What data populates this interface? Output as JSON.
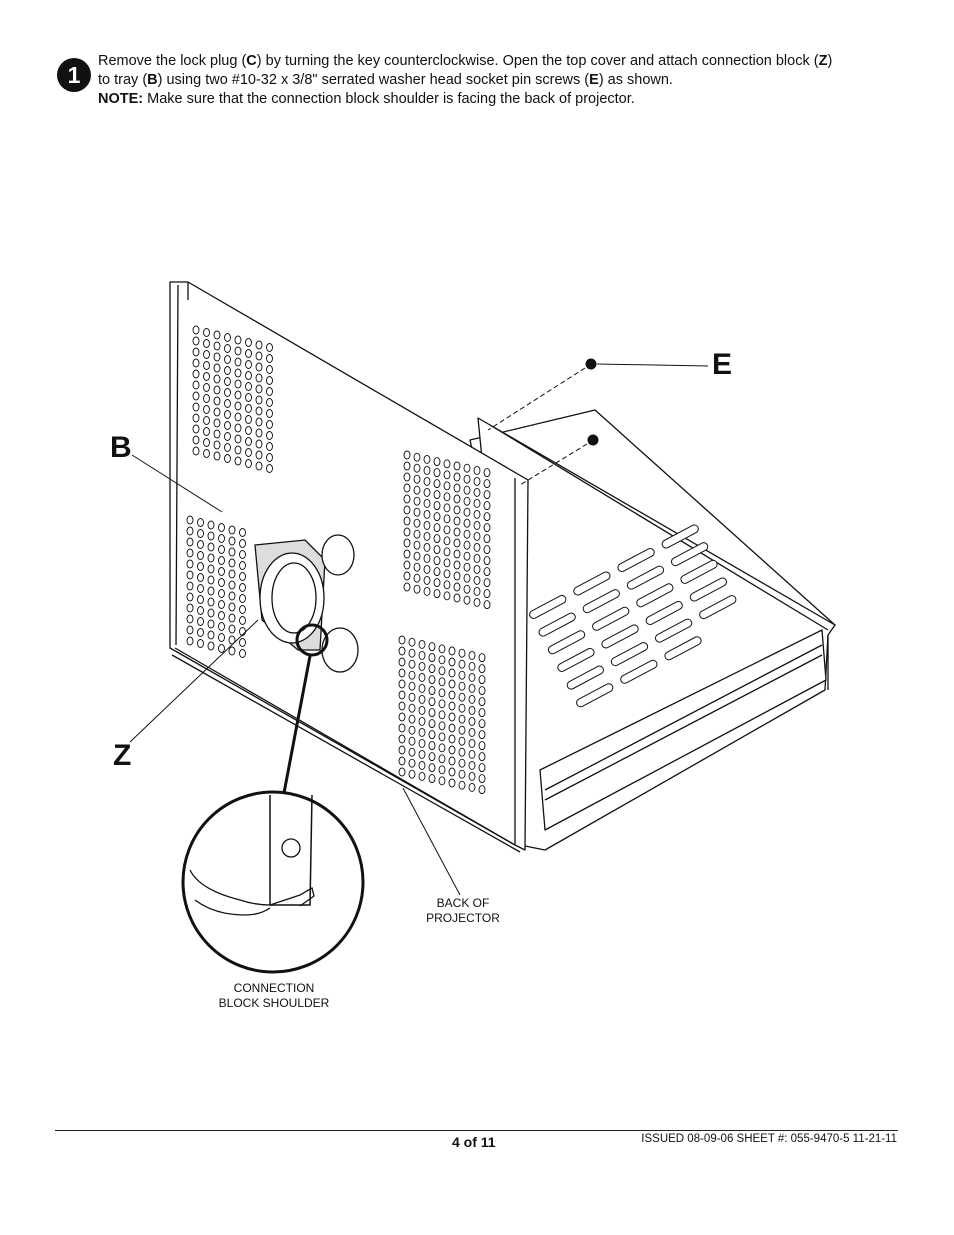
{
  "step": {
    "number": "1"
  },
  "instructions": {
    "line1_a": "Remove the lock plug (",
    "line1_c": "C",
    "line1_b": ") by turning the key counterclockwise.  Open the top cover and attach connection block (",
    "line1_z": "Z",
    "line1_c2": ")",
    "line2_a": "to tray (",
    "line2_b_letter": "B",
    "line2_b": ") using two #10-32 x 3/8\" serrated washer head socket pin screws (",
    "line2_e": "E",
    "line2_c": ") as shown.",
    "note_label": "NOTE:",
    "note_text": " Make sure that the connection block shoulder is facing the back of projector."
  },
  "callouts": {
    "e": "E",
    "b": "B",
    "z": "Z",
    "back_of_projector_line1": "BACK OF",
    "back_of_projector_line2": "PROJECTOR",
    "connection_line1": "CONNECTION",
    "connection_line2": "BLOCK SHOULDER"
  },
  "footer": {
    "page": "4 of 11",
    "issued": "ISSUED 08-09-06 SHEET #: 055-9470-5  11-21-11"
  }
}
